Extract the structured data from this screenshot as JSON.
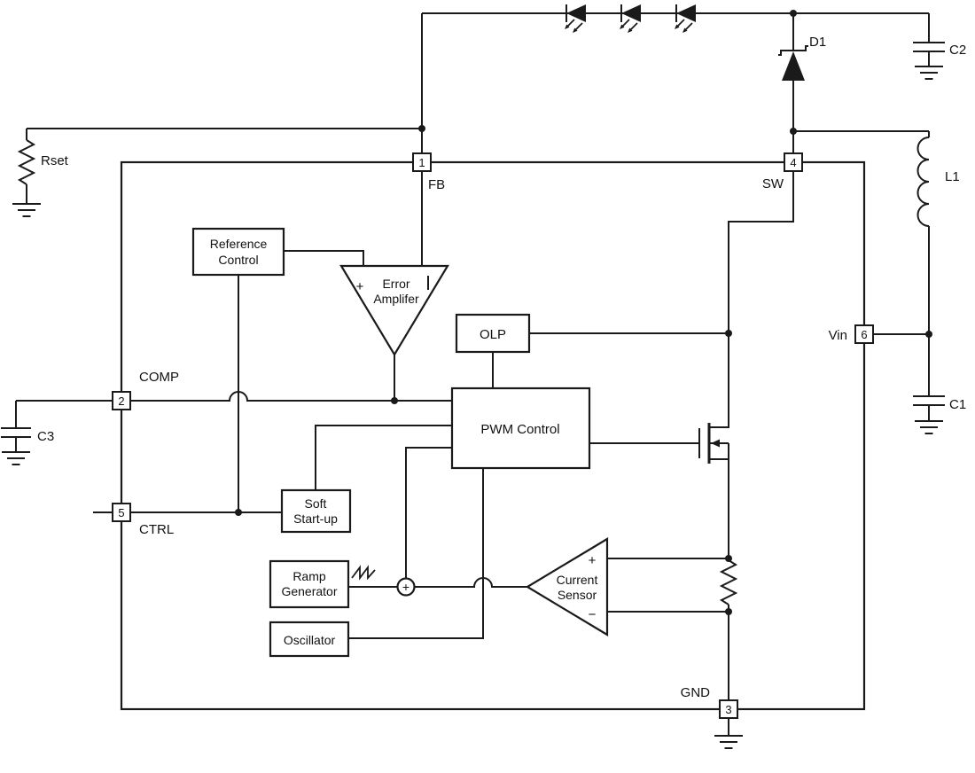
{
  "pins": {
    "fb": {
      "num": "1",
      "name": "FB"
    },
    "comp": {
      "num": "2",
      "name": "COMP"
    },
    "gnd": {
      "num": "3",
      "name": "GND"
    },
    "sw": {
      "num": "4",
      "name": "SW"
    },
    "ctrl": {
      "num": "5",
      "name": "CTRL"
    },
    "vin": {
      "num": "6",
      "name": "Vin"
    }
  },
  "components": {
    "rset": "Rset",
    "c1": "C1",
    "c2": "C2",
    "c3": "C3",
    "l1": "L1",
    "d1": "D1"
  },
  "blocks": {
    "reference": {
      "line1": "Reference",
      "line2": "Control"
    },
    "error_amp": {
      "plus": "+",
      "line1": "Error",
      "line2": "Amplifer"
    },
    "olp": {
      "label": "OLP"
    },
    "pwm": {
      "label": "PWM Control"
    },
    "soft_start": {
      "line1": "Soft",
      "line2": "Start-up"
    },
    "ramp": {
      "line1": "Ramp",
      "line2": "Generator"
    },
    "oscillator": {
      "label": "Oscillator"
    },
    "current_sensor": {
      "plus": "+",
      "minus": "−",
      "line1": "Current",
      "line2": "Sensor"
    },
    "summing": {
      "plus": "+"
    }
  },
  "colors": {
    "line": "#1a1a1a",
    "background": "#ffffff"
  }
}
